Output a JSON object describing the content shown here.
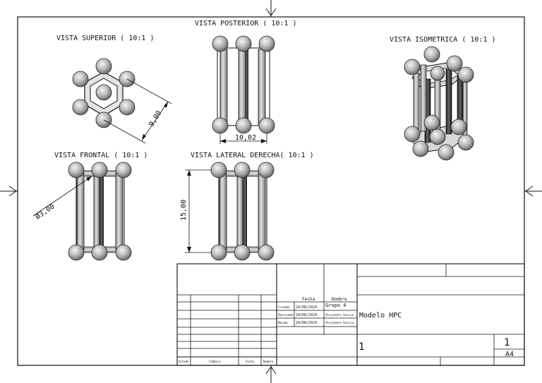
{
  "views": {
    "top": "VISTA SUPERIOR ( 10:1 )",
    "back": "VISTA POSTERIOR ( 10:1 )",
    "iso": "VISTA ISOMETRICA ( 10:1 )",
    "front": "VISTA FRONTAL ( 10:1 )",
    "right": "VISTA LATERAL DERECHA( 10:1 )"
  },
  "dims": {
    "top_width": "9,00",
    "back_width": "10,02",
    "diameter": "Ø3,00",
    "height": "15,00"
  },
  "title_block": {
    "col_fecha": "Fecha",
    "col_nombre": "Nombre",
    "rows": [
      {
        "role": "Creado",
        "date": "24/08/2024",
        "name": "Grupo 4"
      },
      {
        "role": "Revisado",
        "date": "24/08/2024",
        "name": "Alejandro Garcia"
      },
      {
        "role": "Norma",
        "date": "24/08/2024",
        "name": "Alejandro Garcia"
      }
    ],
    "rev_headers": [
      "Estado",
      "Cambios",
      "Fecha",
      "Nombre"
    ],
    "model_name": "Modelo HPC",
    "sheet_number": "1",
    "sheet_total": "1",
    "sheet_format": "A4"
  }
}
